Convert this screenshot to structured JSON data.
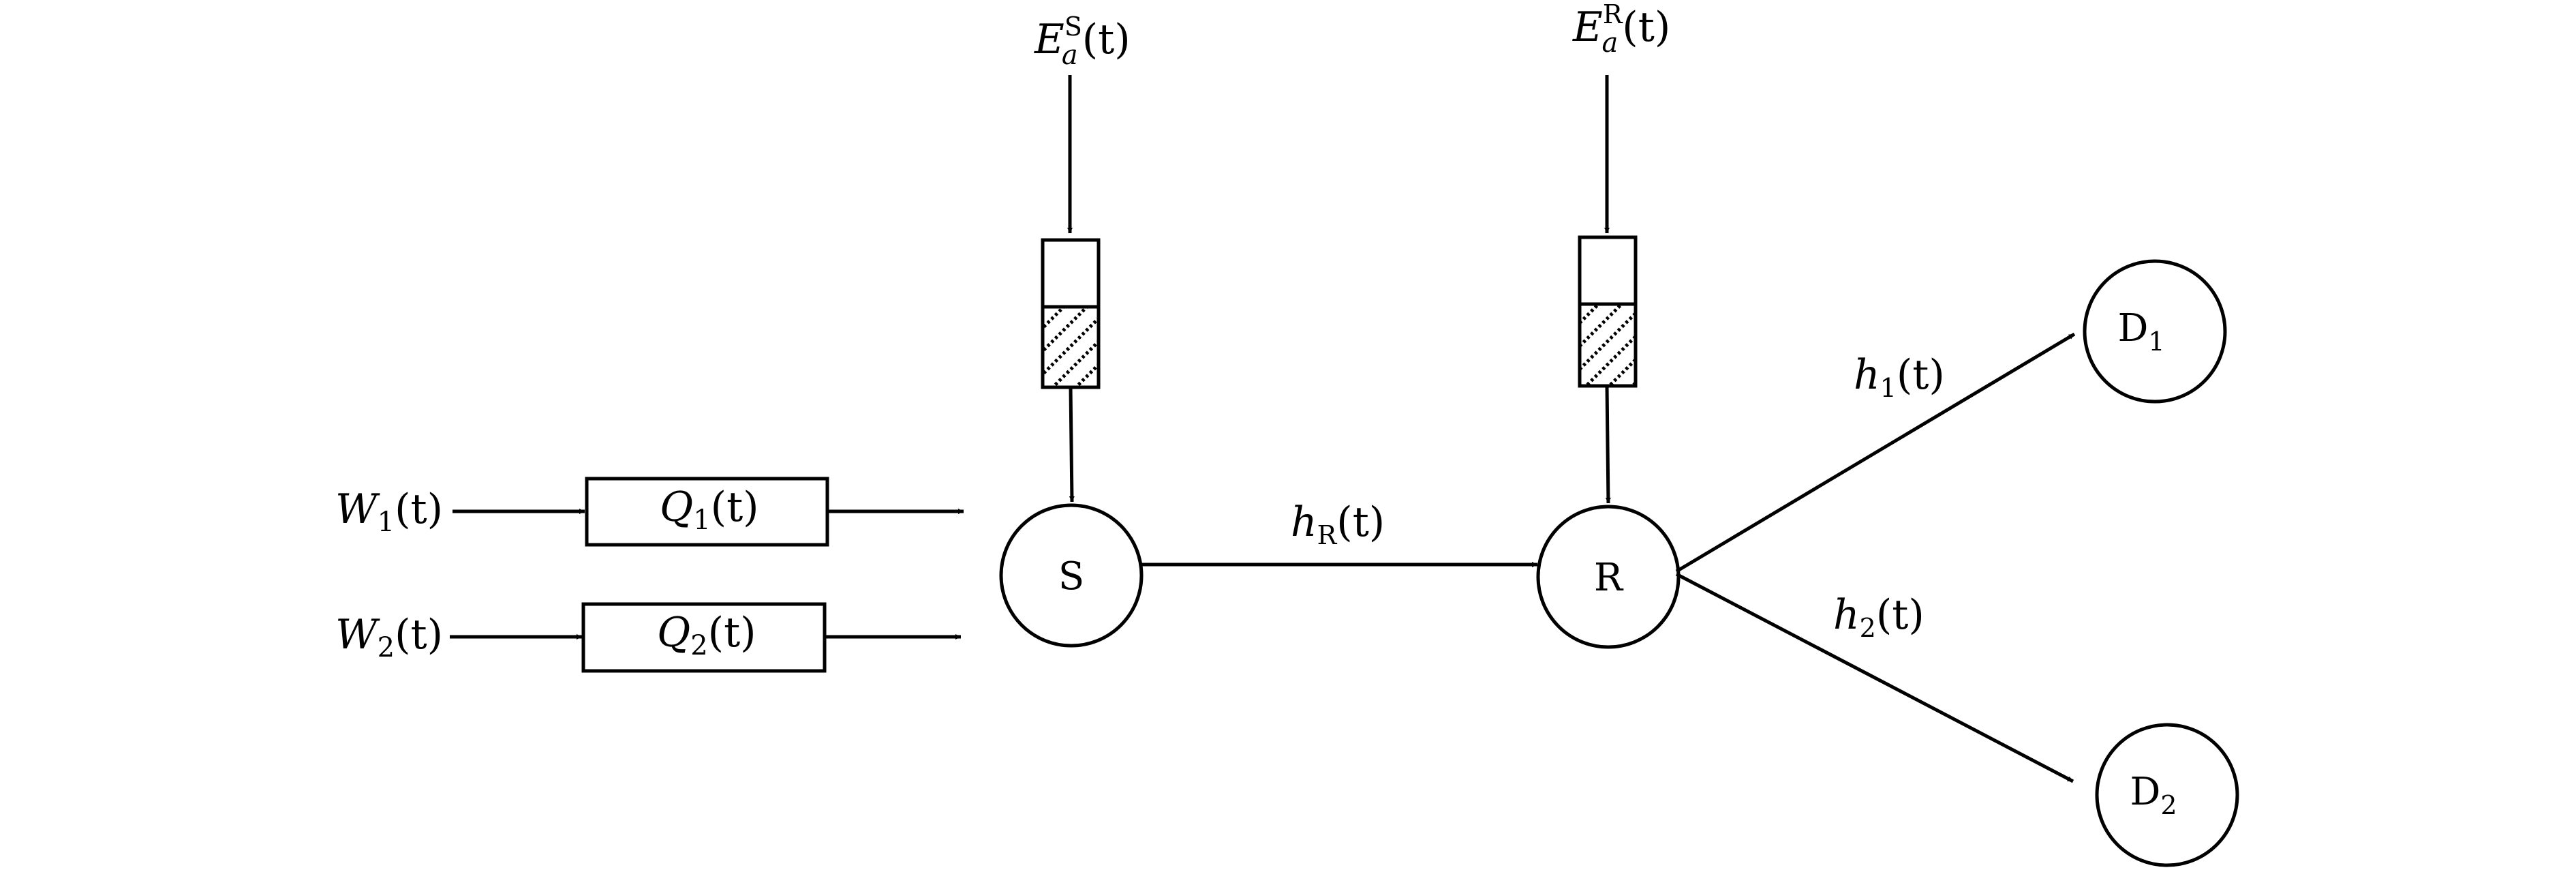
{
  "colors": {
    "stroke": "#000000",
    "background": "#ffffff"
  },
  "sources": {
    "w1": {
      "base": "W",
      "sub": "1",
      "arg": "(t)"
    },
    "w2": {
      "base": "W",
      "sub": "2",
      "arg": "(t)"
    }
  },
  "queues": {
    "q1": {
      "base": "Q",
      "sub": "1",
      "arg": "(t)"
    },
    "q2": {
      "base": "Q",
      "sub": "2",
      "arg": "(t)"
    }
  },
  "energy": {
    "source": {
      "base": "E",
      "sub": "a",
      "sup": "S",
      "arg": "(t)"
    },
    "relay": {
      "base": "E",
      "sub": "a",
      "sup": "R",
      "arg": "(t)"
    }
  },
  "nodes": {
    "source": "S",
    "relay": "R",
    "d1": {
      "base": "D",
      "sub": "1"
    },
    "d2": {
      "base": "D",
      "sub": "2"
    }
  },
  "channels": {
    "hr": {
      "base": "h",
      "sub": "R",
      "arg": "(t)"
    },
    "h1": {
      "base": "h",
      "sub": "1",
      "arg": "(t)"
    },
    "h2": {
      "base": "h",
      "sub": "2",
      "arg": "(t)"
    }
  }
}
